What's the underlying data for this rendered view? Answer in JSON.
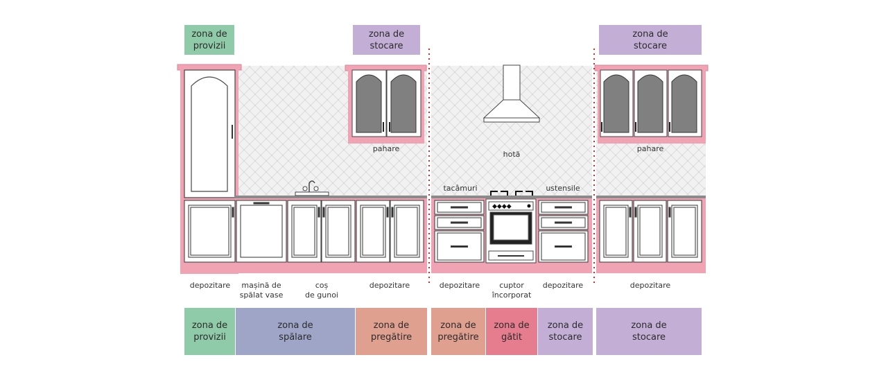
{
  "colors": {
    "provizii": "#8fcaa9",
    "spalare": "#9ea5c6",
    "pregatire": "#e0a090",
    "gatit": "#e67d8e",
    "stocare": "#c3aed6",
    "cabinet_frame": "#f0a3b3",
    "tile_bg": "#efefef",
    "glass": "#808080",
    "divider": "#d02a2a"
  },
  "top_zones": {
    "provizii": "zona de\nprovizii",
    "stocare_left": "zona de\nstocare",
    "stocare_right": "zona de\nstocare"
  },
  "fixture_labels": {
    "pahare_left": "pahare",
    "pahare_right": "pahare",
    "hota": "hotă",
    "tacamuri": "tacâmuri",
    "ustensile": "ustensile"
  },
  "cabinet_labels": {
    "depozitare_1": "depozitare",
    "masina": "mașină de\nspălat vase",
    "cos": "coș\nde gunoi",
    "depozitare_2": "depozitare",
    "depozitare_3": "depozitare",
    "cuptor": "cuptor\nîncorporat",
    "depozitare_4": "depozitare",
    "depozitare_5": "depozitare"
  },
  "bottom_zones": {
    "provizii": "zona de\nprovizii",
    "spalare": "zona de\nspălare",
    "pregatire_1": "zona de\npregătire",
    "pregatire_2": "zona de\npregătire",
    "gatit": "zona de\ngătit",
    "stocare_1": "zona de\nstocare",
    "stocare_2": "zona de\nstocare"
  }
}
